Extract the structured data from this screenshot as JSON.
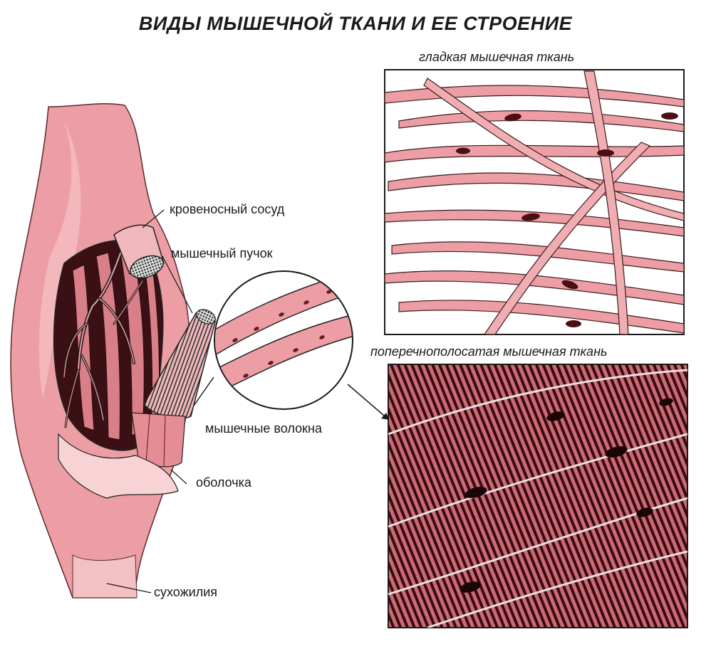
{
  "title": "ВИДЫ МЫШЕЧНОЙ ТКАНИ И ЕЕ СТРОЕНИЕ",
  "panels": {
    "smooth": "гладкая мышечная ткань",
    "striated": "поперечнополосатая мышечная ткань"
  },
  "labels": {
    "blood_vessel": "кровеносный сосуд",
    "muscle_bundle": "мышечный пучок",
    "muscle_fibers": "мышечные волокна",
    "sheath": "оболочка",
    "tendon": "сухожилия"
  },
  "colors": {
    "muscle": "#ec9ea4",
    "muscle_light": "#f5c3c6",
    "muscle_dark": "#8a2a30",
    "striated_bg": "#b85862",
    "striation": "#3a0a10",
    "outline": "#222222"
  }
}
